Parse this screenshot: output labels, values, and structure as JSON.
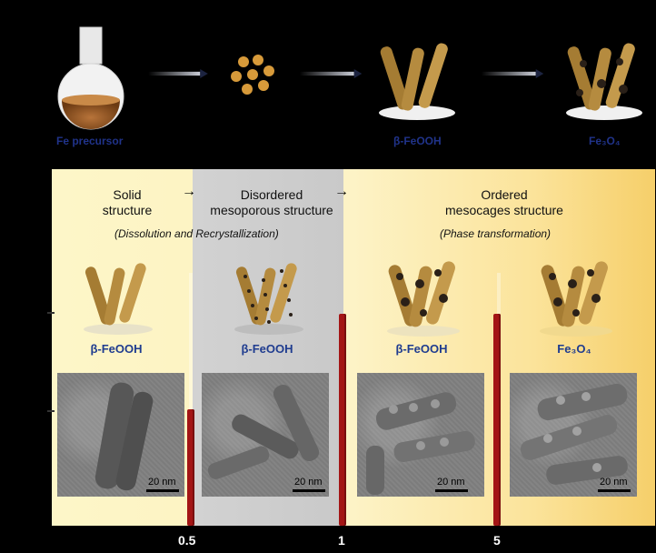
{
  "top_row": {
    "precursor_caption": "Fe precursor",
    "feooh_caption": "β-FeOOH",
    "fe3o4_caption": "Fe₃O₄"
  },
  "stages": [
    {
      "heading_line1": "Solid",
      "heading_line2": "structure",
      "label": "β-FeOOH",
      "scale": "20 nm"
    },
    {
      "heading_line1": "Disordered",
      "heading_line2": "mesoporous structure",
      "label": "β-FeOOH",
      "scale": "20 nm"
    },
    {
      "heading_line1": "Ordered",
      "heading_line2": "mesocages structure",
      "label": "β-FeOOH",
      "scale": "20 nm"
    },
    {
      "label": "Fe₃O₄",
      "scale": "20 nm"
    }
  ],
  "processes": {
    "first": "(Dissolution and Recrystallization)",
    "second": "(Phase transformation)"
  },
  "time_ticks": [
    "0.5",
    "1",
    "5"
  ]
}
